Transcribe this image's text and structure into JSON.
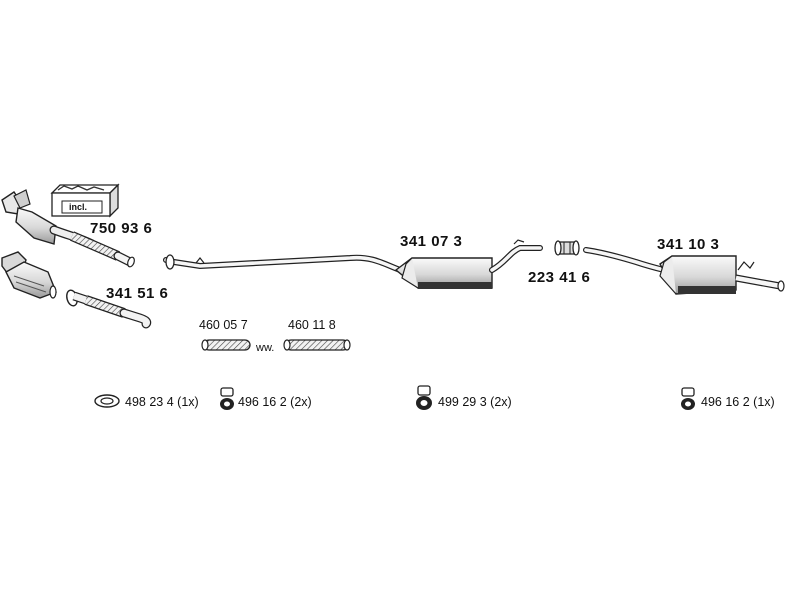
{
  "parts": {
    "cat_kit": {
      "number": "750 93 6",
      "kit_note": "incl."
    },
    "front_pipe": {
      "number": "341 51 6"
    },
    "flex_a": {
      "number": "460 05 7"
    },
    "flex_b": {
      "number": "460 11 8"
    },
    "flex_join": "ww.",
    "middle_silencer": {
      "number": "341 07 3"
    },
    "clamp": {
      "number": "223 41 6"
    },
    "rear_silencer": {
      "number": "341 10 3"
    }
  },
  "hardware": [
    {
      "number": "498 23 4",
      "qty": "(1x)",
      "icon": "gasket-ring-icon"
    },
    {
      "number": "496 16 2",
      "qty": "(2x)",
      "icon": "rubber-mount-icon"
    },
    {
      "number": "499 29 3",
      "qty": "(2x)",
      "icon": "rubber-hanger-icon"
    },
    {
      "number": "496 16 2",
      "qty": "(1x)",
      "icon": "rubber-mount-icon"
    }
  ]
}
